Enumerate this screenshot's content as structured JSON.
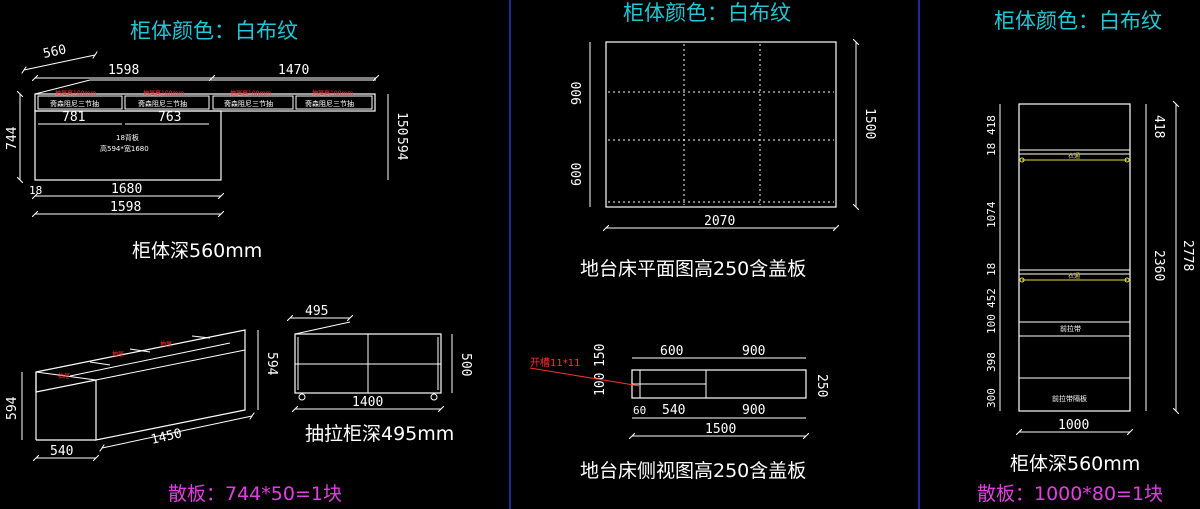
{
  "colors": {
    "background": "#000000",
    "line": "#ffffff",
    "title": "#1ec8d6",
    "note": "#e040e0",
    "separator": "#2a3ac8",
    "marker": "#ff3030",
    "hanger": "#e0e040"
  },
  "left": {
    "title": "柜体颜色：白布纹",
    "top_dims": {
      "d560": "560",
      "d1598a": "1598",
      "d1470": "1470",
      "d744": "744",
      "d150": "150",
      "d781": "781",
      "d763": "763",
      "d594": "594",
      "d18": "18",
      "d1680": "1680",
      "d1598b": "1598"
    },
    "drawer_labels": [
      "斋森阻尼三节抽",
      "斋森阻尼三节抽",
      "斋森阻尼三节抽",
      "斋森阻尼三节抽"
    ],
    "drawer_marks": [
      "抽屉高100mm",
      "抽屉高100mm",
      "抽屉高100mm",
      "抽屉高100mm"
    ],
    "back_panel": {
      "line1": "18背板",
      "line2": "高594*宽1680"
    },
    "depth_label": "柜体深560mm",
    "iso_dims": {
      "d594a": "594",
      "d594b": "594",
      "d540": "540",
      "d1450": "1450"
    },
    "iso_marks": [
      "抽屉",
      "抽屉",
      "抽屉"
    ],
    "drawer_box": {
      "d495": "495",
      "d500": "500",
      "d1400": "1400"
    },
    "drawer_depth_label": "抽拉柜深495mm",
    "loose_board": "散板：744*50=1块"
  },
  "middle": {
    "title": "柜体颜色：白布纹",
    "plan_dims": {
      "d900": "900",
      "d600": "600",
      "d1500": "1500",
      "d2070": "2070"
    },
    "plan_label": "地台床平面图高250含盖板",
    "side_dims": {
      "d150": "150",
      "d100": "100",
      "d600": "600",
      "d900a": "900",
      "d250": "250",
      "d60": "60",
      "d540": "540",
      "d900b": "900",
      "d1500": "1500"
    },
    "slot_label": "开槽11*11",
    "side_label": "地台床侧视图高250含盖板"
  },
  "right": {
    "title": "柜体颜色：白布纹",
    "left_dims": [
      "418",
      "18",
      "1074",
      "18",
      "452",
      "100",
      "398",
      "300"
    ],
    "right_dims": {
      "d418": "418",
      "d2360": "2360",
      "d2778": "2778"
    },
    "d1000": "1000",
    "hanger_labels": [
      "衣通",
      "衣通"
    ],
    "drawer_labels": [
      "前拉带",
      "前拉带隔板"
    ],
    "depth_label": "柜体深560mm",
    "loose_board": "散板：1000*80=1块"
  }
}
